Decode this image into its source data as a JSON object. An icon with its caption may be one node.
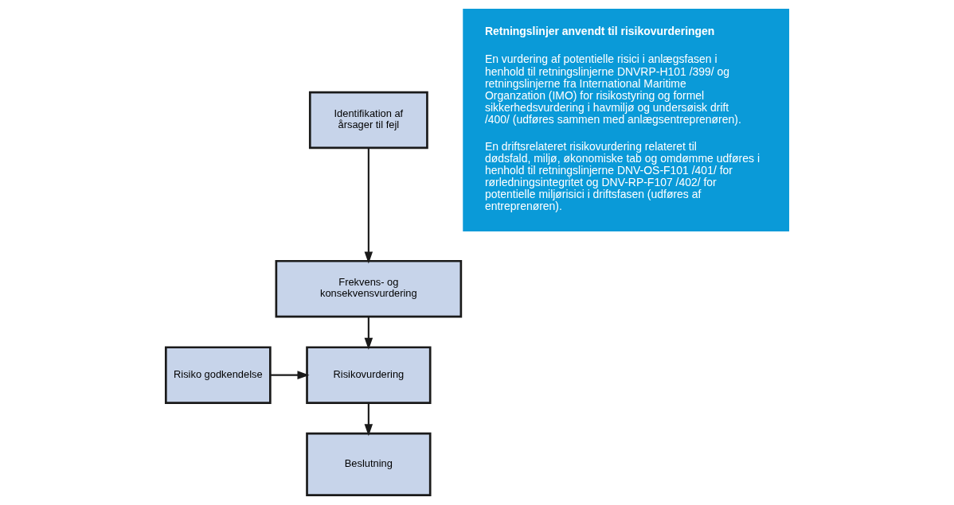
{
  "diagram": {
    "nodes": [
      {
        "text": [
          "Identifikation af årsager til fejl"
        ]
      },
      {
        "text": [
          "Frekvens- og konsekvensvurdering"
        ]
      },
      {
        "text": [
          "Risikovurdering"
        ]
      },
      {
        "text": [
          "Risiko godkendelse"
        ]
      },
      {
        "text": [
          "Beslutning"
        ]
      },
      {
        "text": [
          "Retningslinjer anvendt til risikovurderingen",
          "En vurdering af potentielle risici i anlægsfasen i henhold til retningslinjerne DNVRP-H101 /399/ og retningslinjerne fra International Maritime Organzation (IMO) for risikostyring og formel sikkerhedsvurdering i havmiljø og undersøisk drift /400/ (udføres sammen med anlægsentreprenøren).",
          "En driftsrelateret risikovurdering relateret til dødsfald, miljø, økonomiske tab og omdømme udføres i henhold til retningslinjerne DNV-OS-F101 /401/ for rørledningsintegritet og DNV-RP-F107 /402/ for potentielle miljørisici i driftsfasen (udføres af entreprenøren)."
        ]
      }
    ],
    "edges": [
      {
        "from": 0,
        "to": 1,
        "arrow": "to"
      },
      {
        "from": 1,
        "to": 2,
        "arrow": "to"
      },
      {
        "from": 3,
        "to": 2,
        "arrow": "to"
      },
      {
        "from": 2,
        "to": 4,
        "arrow": "to"
      }
    ]
  }
}
